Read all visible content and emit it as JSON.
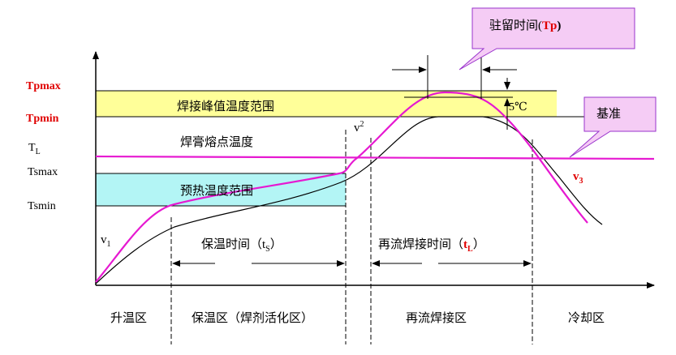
{
  "axis_labels": {
    "tpmax": "Tpmax",
    "tpmin": "Tpmin",
    "tl_main": "T",
    "tl_sub": "L",
    "tsmax": "Tsmax",
    "tsmin": "Tsmin"
  },
  "bands": {
    "peak": "焊接峰值温度范围",
    "preheat": "预热温度范围",
    "melting_point": "焊膏熔点温度"
  },
  "callouts": {
    "dwell_prefix": "驻留时间(",
    "dwell_symbol": "Tp",
    "dwell_suffix": ")",
    "reference": "基准"
  },
  "annotations": {
    "delta_temp": "5℃",
    "v1_main": "v",
    "v1_sub": "1",
    "v2_main": "v",
    "v2_sub": "2",
    "v3_main": "v",
    "v3_sub": "3"
  },
  "durations": {
    "soak_prefix": "保温时间（t",
    "soak_sub": "S",
    "soak_suffix": "）",
    "reflow_prefix": "再流焊接时间（",
    "reflow_symbol": "t",
    "reflow_sub": "L",
    "reflow_suffix": "）"
  },
  "zones": {
    "z1": "升温区",
    "z2": "保温区（焊剂活化区）",
    "z3": "再流焊接区",
    "z4": "冷却区"
  },
  "colors": {
    "peak_band": "#FFFF99",
    "preheat_band": "#B3F5F5",
    "profile_line": "#E619D1",
    "callout_fill": "#F5CCF5",
    "callout_border": "#9933CC",
    "red_label": "#E00000"
  }
}
